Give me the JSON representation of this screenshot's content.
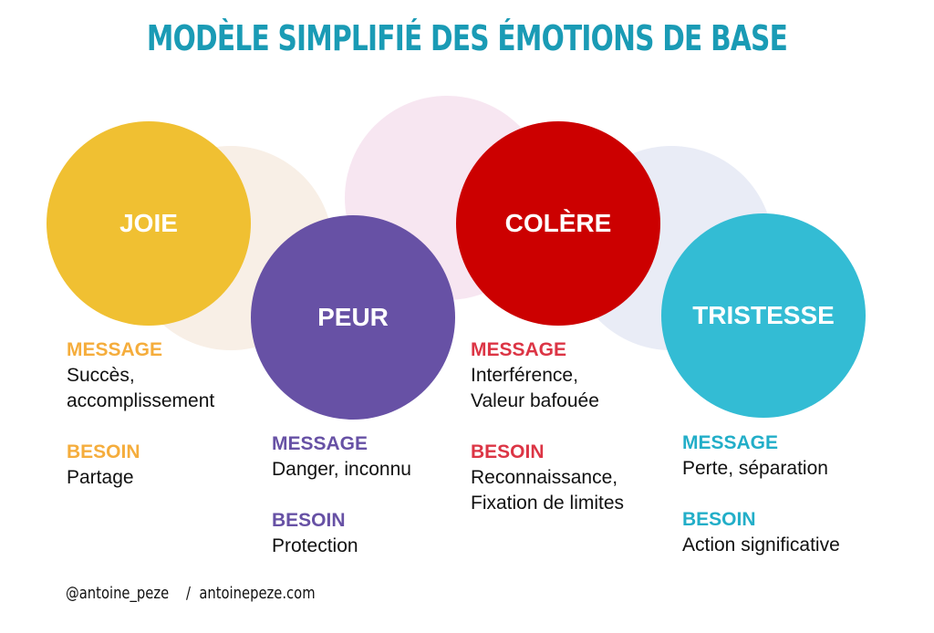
{
  "title": "MODÈLE SIMPLIFIÉ DES ÉMOTIONS DE BASE",
  "colors": {
    "title": "#1a9bb5",
    "joie": "#f0c032",
    "joie_heading": "#f5ad3c",
    "peur": "#6751a5",
    "colere": "#cc0000",
    "colere_heading": "#dc3545",
    "tristesse": "#33bcd4",
    "tristesse_heading": "#22aec8",
    "bg_beige": "#f8efe6",
    "bg_pink": "#f7e6f1",
    "bg_bluegray": "#e9ecf6"
  },
  "emotions": [
    {
      "name": "JOIE",
      "message_label": "MESSAGE",
      "message": [
        "Succès,",
        "accomplissement"
      ],
      "besoin_label": "BESOIN",
      "besoin": [
        "Partage"
      ]
    },
    {
      "name": "PEUR",
      "message_label": "MESSAGE",
      "message": [
        "Danger, inconnu"
      ],
      "besoin_label": "BESOIN",
      "besoin": [
        "Protection"
      ]
    },
    {
      "name": "COLÈRE",
      "message_label": "MESSAGE",
      "message": [
        "Interférence,",
        "Valeur bafouée"
      ],
      "besoin_label": "BESOIN",
      "besoin": [
        "Reconnaissance,",
        "Fixation de limites"
      ]
    },
    {
      "name": "TRISTESSE",
      "message_label": "MESSAGE",
      "message": [
        "Perte, séparation"
      ],
      "besoin_label": "BESOIN",
      "besoin": [
        "Action significative"
      ]
    }
  ],
  "footer": {
    "handle": "@antoine_peze",
    "separator": "/",
    "website": "antoinepeze.com"
  }
}
